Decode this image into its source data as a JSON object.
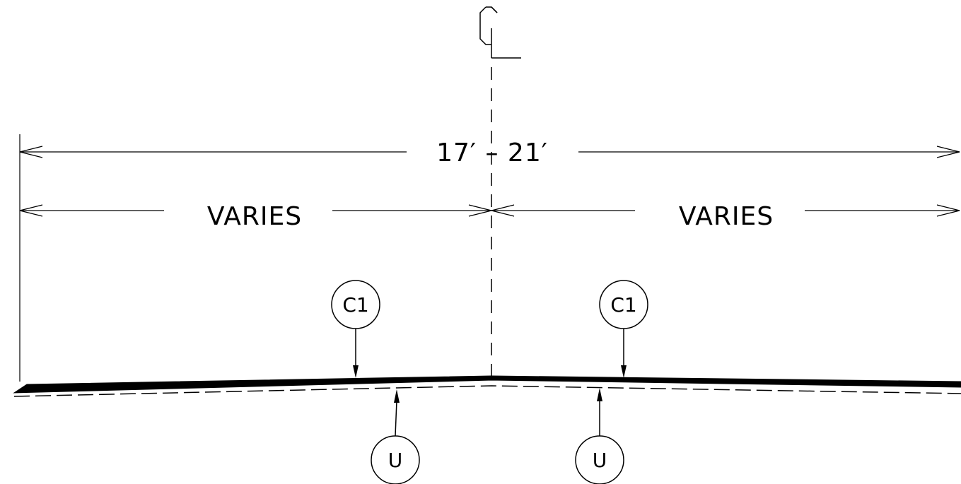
{
  "centerline_symbol": "CL",
  "overall_dimension": "17′ – 21′",
  "left_dimension": "VARIES",
  "right_dimension": "VARIES",
  "callouts": {
    "surface_left": "C1",
    "surface_right": "C1",
    "base_left": "U",
    "base_right": "U"
  },
  "colors": {
    "line": "#000000",
    "background": "#ffffff"
  }
}
